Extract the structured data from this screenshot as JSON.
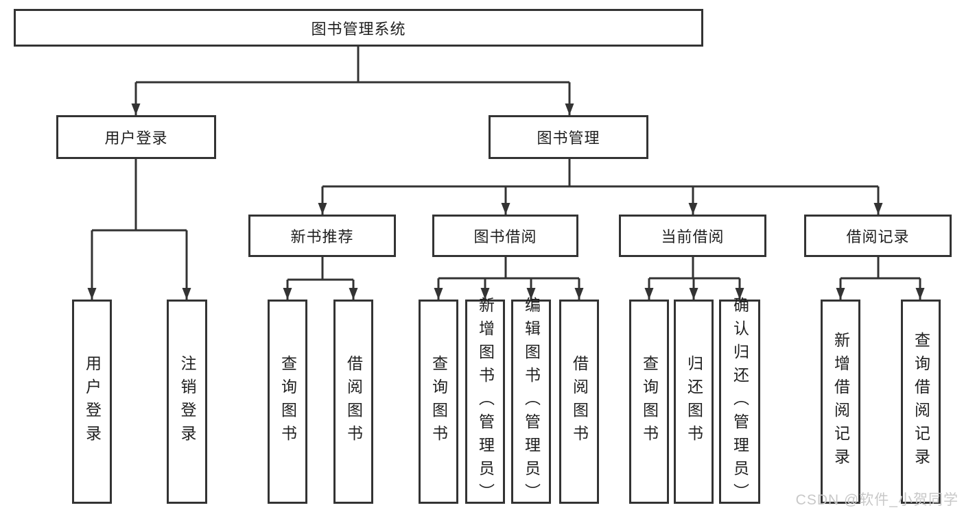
{
  "diagram_type": "function-structure-tree",
  "tree": {
    "label": "图书管理系统",
    "children": [
      {
        "label": "用户登录",
        "children": [
          {
            "label": "用户登录"
          },
          {
            "label": "注销登录"
          }
        ]
      },
      {
        "label": "图书管理",
        "children": [
          {
            "label": "新书推荐",
            "children": [
              {
                "label": "查询图书"
              },
              {
                "label": "借阅图书"
              }
            ]
          },
          {
            "label": "图书借阅",
            "children": [
              {
                "label": "查询图书"
              },
              {
                "label": "新增图书（管理员）"
              },
              {
                "label": "编辑图书（管理员）"
              },
              {
                "label": "借阅图书"
              }
            ]
          },
          {
            "label": "当前借阅",
            "children": [
              {
                "label": "查询图书"
              },
              {
                "label": "归还图书"
              },
              {
                "label": "确认归还（管理员）"
              }
            ]
          },
          {
            "label": "借阅记录",
            "children": [
              {
                "label": "新增借阅记录"
              },
              {
                "label": "查询借阅记录"
              }
            ]
          }
        ]
      }
    ]
  },
  "watermark": "CSDN @软件_小贺同学",
  "colors": {
    "line": "#333333",
    "text": "#1f1f1f",
    "background": "#ffffff",
    "watermark": "#c8c8c8"
  }
}
